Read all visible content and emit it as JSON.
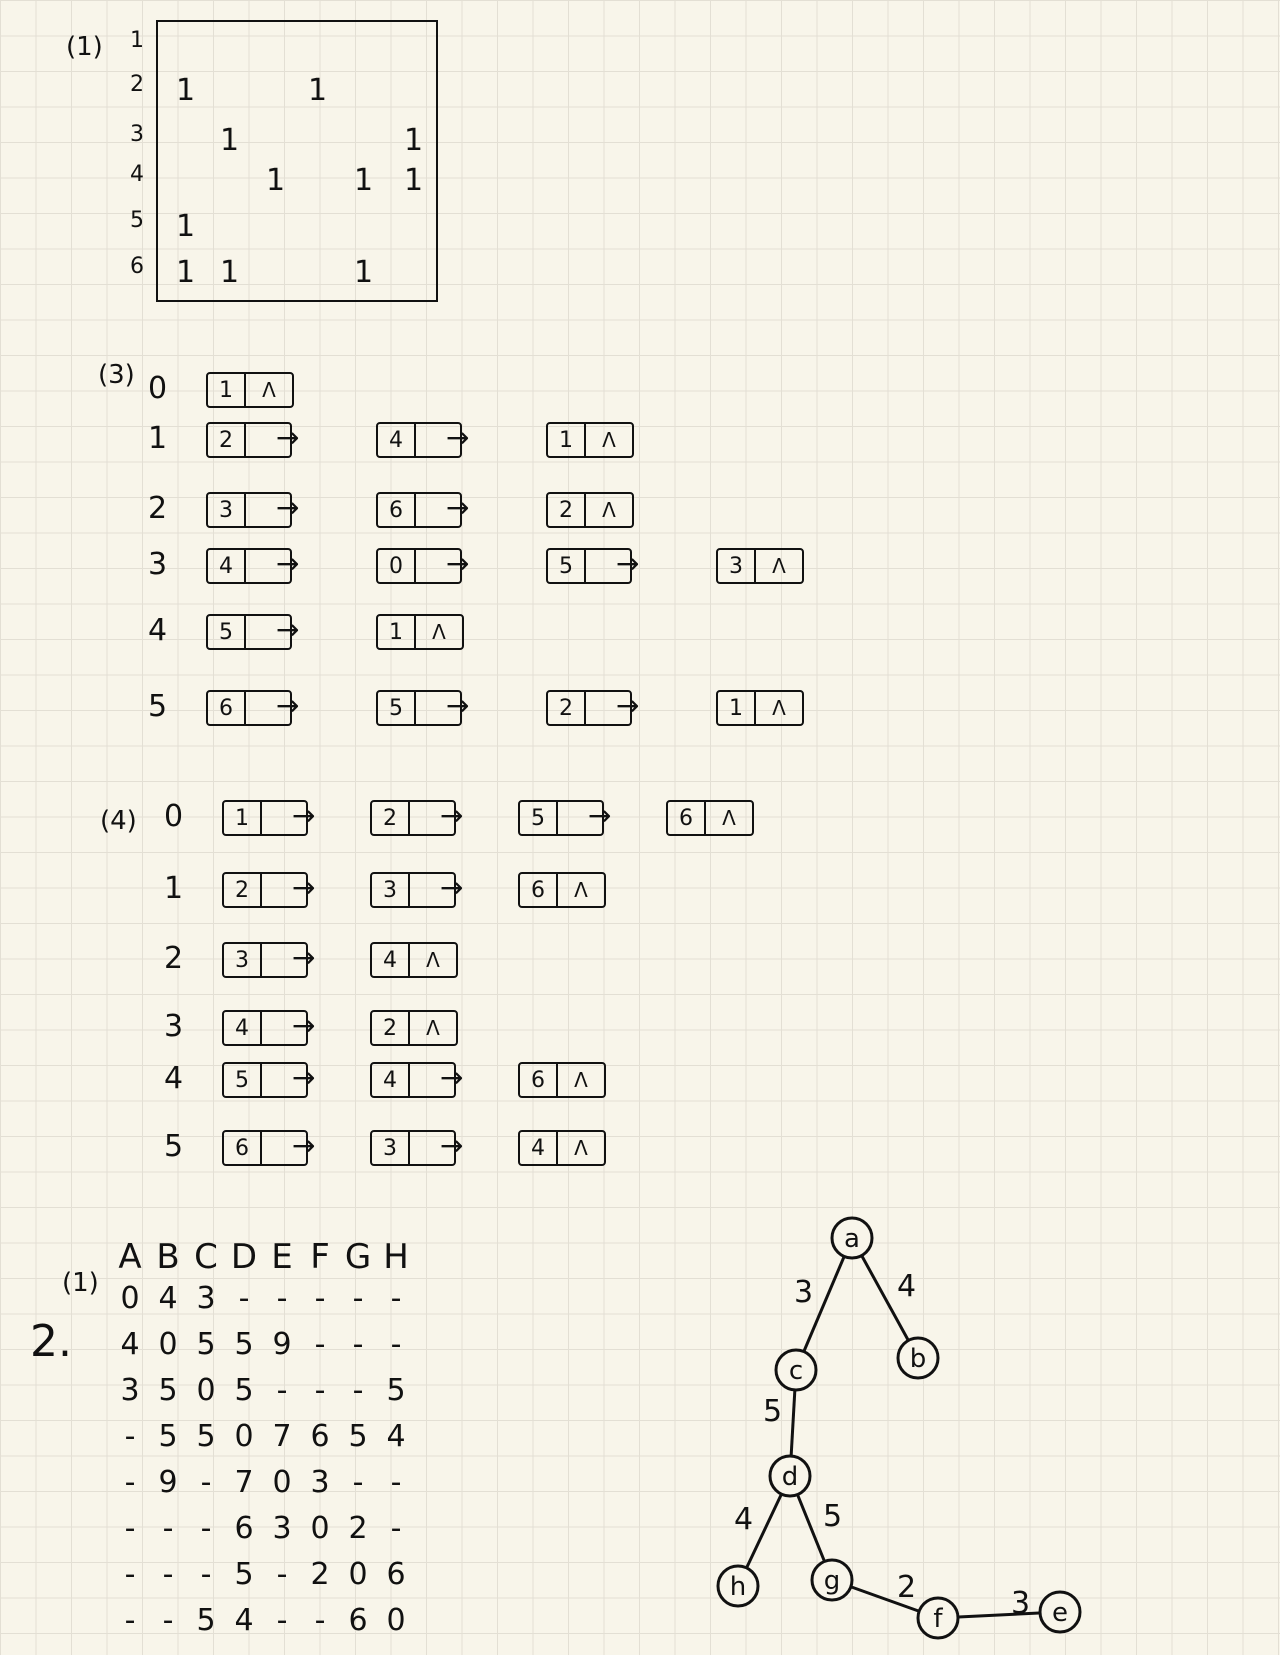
{
  "part1": {
    "label": "(1)",
    "row_labels": [
      "1",
      "2",
      "3",
      "4",
      "5",
      "6"
    ],
    "entries": [
      {
        "row": 1,
        "col": 0,
        "value": "1"
      },
      {
        "row": 1,
        "col": 3,
        "value": "1"
      },
      {
        "row": 2,
        "col": 1,
        "value": "1"
      },
      {
        "row": 2,
        "col": 6,
        "value": "1"
      },
      {
        "row": 3,
        "col": 2,
        "value": "1"
      },
      {
        "row": 3,
        "col": 4,
        "value": "1"
      },
      {
        "row": 3,
        "col": 6,
        "value": "1"
      },
      {
        "row": 4,
        "col": 0,
        "value": "1"
      },
      {
        "row": 5,
        "col": 0,
        "value": "1"
      },
      {
        "row": 5,
        "col": 1,
        "value": "1"
      },
      {
        "row": 5,
        "col": 4,
        "value": "1"
      }
    ]
  },
  "part3": {
    "label": "(3)",
    "lists": [
      {
        "head": "0",
        "nodes": [
          "1"
        ]
      },
      {
        "head": "1",
        "nodes": [
          "2",
          "4",
          "1"
        ]
      },
      {
        "head": "2",
        "nodes": [
          "3",
          "6",
          "2"
        ]
      },
      {
        "head": "3",
        "nodes": [
          "4",
          "0",
          "5",
          "3"
        ]
      },
      {
        "head": "4",
        "nodes": [
          "5",
          "1"
        ]
      },
      {
        "head": "5",
        "nodes": [
          "6",
          "5",
          "2",
          "1"
        ]
      }
    ],
    "null_symbol": "Λ"
  },
  "part4": {
    "label": "(4)",
    "lists": [
      {
        "head": "0",
        "nodes": [
          "1",
          "2",
          "5",
          "6"
        ]
      },
      {
        "head": "1",
        "nodes": [
          "2",
          "3",
          "6"
        ]
      },
      {
        "head": "2",
        "nodes": [
          "3",
          "4"
        ]
      },
      {
        "head": "3",
        "nodes": [
          "4",
          "2"
        ]
      },
      {
        "head": "4",
        "nodes": [
          "5",
          "4",
          "6"
        ]
      },
      {
        "head": "5",
        "nodes": [
          "6",
          "3",
          "4"
        ]
      }
    ],
    "null_symbol": "Λ"
  },
  "section2": {
    "number": "2.",
    "label": "(1)",
    "headers": [
      "A",
      "B",
      "C",
      "D",
      "E",
      "F",
      "G",
      "H"
    ],
    "rows": [
      [
        "0",
        "4",
        "3",
        "-",
        "-",
        "-",
        "-",
        "-"
      ],
      [
        "4",
        "0",
        "5",
        "5",
        "9",
        "-",
        "-",
        "-"
      ],
      [
        "3",
        "5",
        "0",
        "5",
        "-",
        "-",
        "-",
        "5"
      ],
      [
        "-",
        "5",
        "5",
        "0",
        "7",
        "6",
        "5",
        "4"
      ],
      [
        "-",
        "9",
        "-",
        "7",
        "0",
        "3",
        "-",
        "-"
      ],
      [
        "-",
        "-",
        "-",
        "6",
        "3",
        "0",
        "2",
        "-"
      ],
      [
        "-",
        "-",
        "-",
        "5",
        "-",
        "2",
        "0",
        "6"
      ],
      [
        "-",
        "-",
        "5",
        "4",
        "-",
        "-",
        "6",
        "0"
      ]
    ]
  },
  "tree": {
    "nodes": [
      {
        "id": "a",
        "label": "a"
      },
      {
        "id": "c",
        "label": "c"
      },
      {
        "id": "b",
        "label": "b"
      },
      {
        "id": "d",
        "label": "d"
      },
      {
        "id": "h",
        "label": "h"
      },
      {
        "id": "g",
        "label": "g"
      },
      {
        "id": "f",
        "label": "f"
      },
      {
        "id": "e",
        "label": "e"
      }
    ],
    "edges": [
      {
        "from": "a",
        "to": "c",
        "weight": "3"
      },
      {
        "from": "a",
        "to": "b",
        "weight": "4"
      },
      {
        "from": "c",
        "to": "d",
        "weight": "5"
      },
      {
        "from": "d",
        "to": "h",
        "weight": "4"
      },
      {
        "from": "d",
        "to": "g",
        "weight": "5"
      },
      {
        "from": "g",
        "to": "f",
        "weight": "2"
      },
      {
        "from": "f",
        "to": "e",
        "weight": "3"
      }
    ]
  }
}
